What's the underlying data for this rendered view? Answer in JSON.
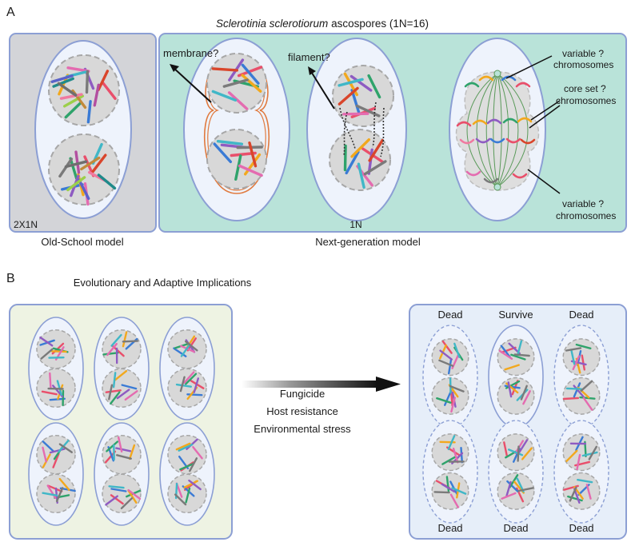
{
  "panel_a": {
    "letter": "A",
    "title_italic": "Sclerotinia sclerotiorum",
    "title_rest": " ascospores (1N=16)",
    "old_school": {
      "tag": "2X1N",
      "caption": "Old-School model"
    },
    "next_gen": {
      "caption": "Next-generation model",
      "tag": "1N",
      "membrane_label": "membrane?",
      "filament_label": "filament?",
      "variable_top": [
        "variable ?",
        "chromosomes"
      ],
      "core_set": [
        "core set  ?",
        "chromosomes"
      ],
      "variable_bottom": [
        "variable  ?",
        "chromosomes"
      ]
    }
  },
  "panel_b": {
    "letter": "B",
    "title": "Evolutionary and Adaptive Implications",
    "stresses": [
      "Fungicide",
      "Host resistance",
      "Environmental stress"
    ],
    "outcomes_top": [
      "Dead",
      "Survive",
      "Dead"
    ],
    "outcomes_bottom": [
      "Dead",
      "Dead",
      "Dead"
    ]
  },
  "colors": {
    "old_school_bg": "#d3d4d8",
    "next_gen_bg": "#b9e3d9",
    "panel_b_left_bg": "#eef3e3",
    "panel_b_right_bg": "#e6eef9",
    "border": "#8c9fd4",
    "spore_fill": "#eef3fc",
    "nucleus_fill": "#d8d8d8",
    "membrane": "#e07a3f",
    "arrow": "#111111"
  }
}
